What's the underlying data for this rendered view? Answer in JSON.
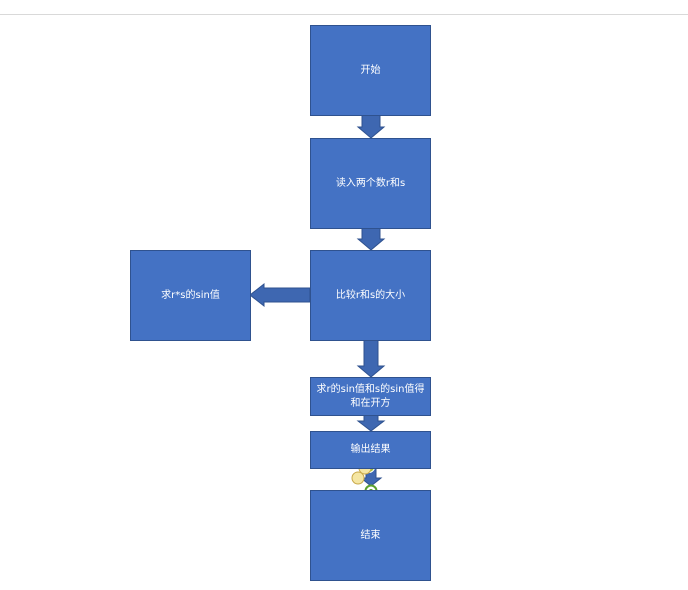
{
  "flowchart": {
    "nodes": {
      "start": "开始",
      "input": "读入两个数r和s",
      "compare": "比较r和s的大小",
      "sin_product": "求r*s的sin值",
      "sin_sum_sqrt": "求r的sin值和s的sin值得和在开方",
      "output": "输出结果",
      "end": "结束"
    },
    "colors": {
      "box_fill": "#4472c4",
      "box_border": "#2f528f",
      "arrow_fill": "#3e67b1",
      "text": "#ffffff"
    }
  }
}
